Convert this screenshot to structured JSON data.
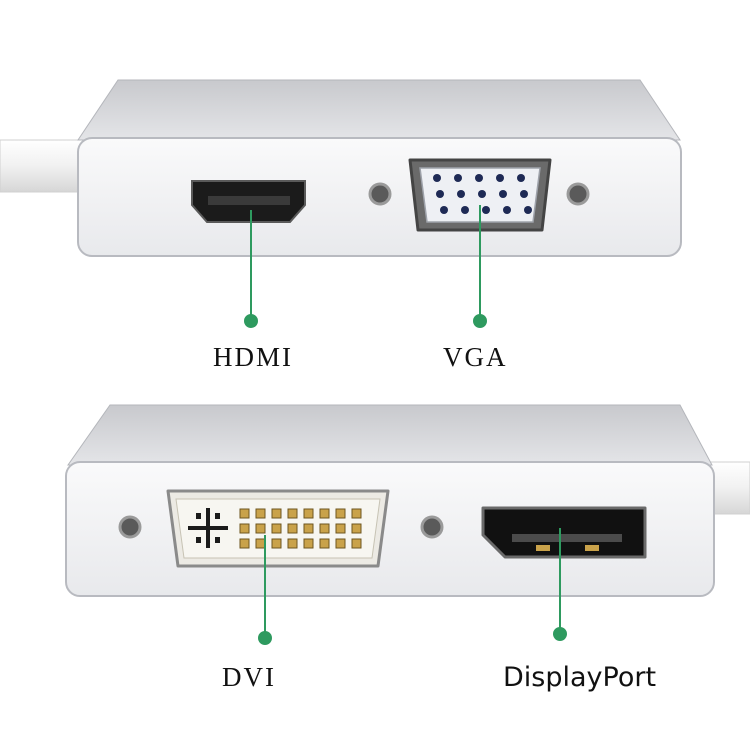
{
  "product": {
    "ports": [
      {
        "id": "hdmi",
        "label": "HDMI"
      },
      {
        "id": "vga",
        "label": "VGA"
      },
      {
        "id": "dvi",
        "label": "DVI"
      },
      {
        "id": "displayport",
        "label": "DisplayPort"
      }
    ]
  },
  "colors": {
    "leader_line": "#2e9a5f",
    "housing_top": "#d9dade",
    "housing_face": "#f4f5f7",
    "housing_edge": "#b8bac0",
    "port_dark": "#1b1b1b",
    "connector_gold": "#c9a24a",
    "vga_pins": "#1e2a55"
  }
}
